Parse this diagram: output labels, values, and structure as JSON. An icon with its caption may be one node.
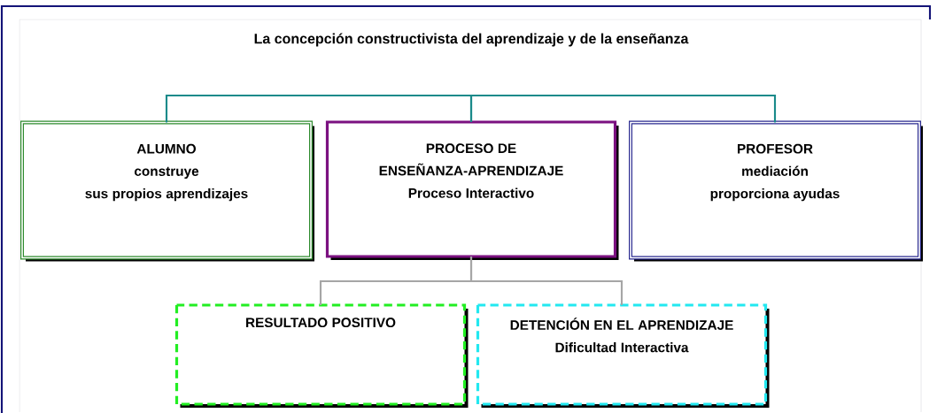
{
  "diagram": {
    "title": "La concepción constructivista del aprendizaje y de la enseñanza",
    "nodes": [
      {
        "text": [
          "ALUMNO",
          "construye sus propios aprendizajes"
        ]
      },
      {
        "text": [
          "PROCESO DE ENSEÑANZA-APRENDIZAJE",
          "Proceso Interactivo"
        ]
      },
      {
        "text": [
          "PROFESOR",
          "mediación proporciona ayudas"
        ]
      },
      {
        "text": [
          "RESULTADO POSITIVO"
        ]
      },
      {
        "text": [
          "DETENCIÓN EN EL APRENDIZAJE",
          "Dificultad Interactiva"
        ]
      }
    ],
    "edges": [
      {
        "from": 1,
        "to": 0,
        "arrow": "none",
        "color": "#1a8a8a"
      },
      {
        "from": 1,
        "to": 2,
        "arrow": "none",
        "color": "#1a8a8a"
      },
      {
        "from": 1,
        "to": 3,
        "arrow": "none",
        "color": "#a6a6a6"
      },
      {
        "from": 1,
        "to": 4,
        "arrow": "none",
        "color": "#a6a6a6"
      }
    ]
  }
}
